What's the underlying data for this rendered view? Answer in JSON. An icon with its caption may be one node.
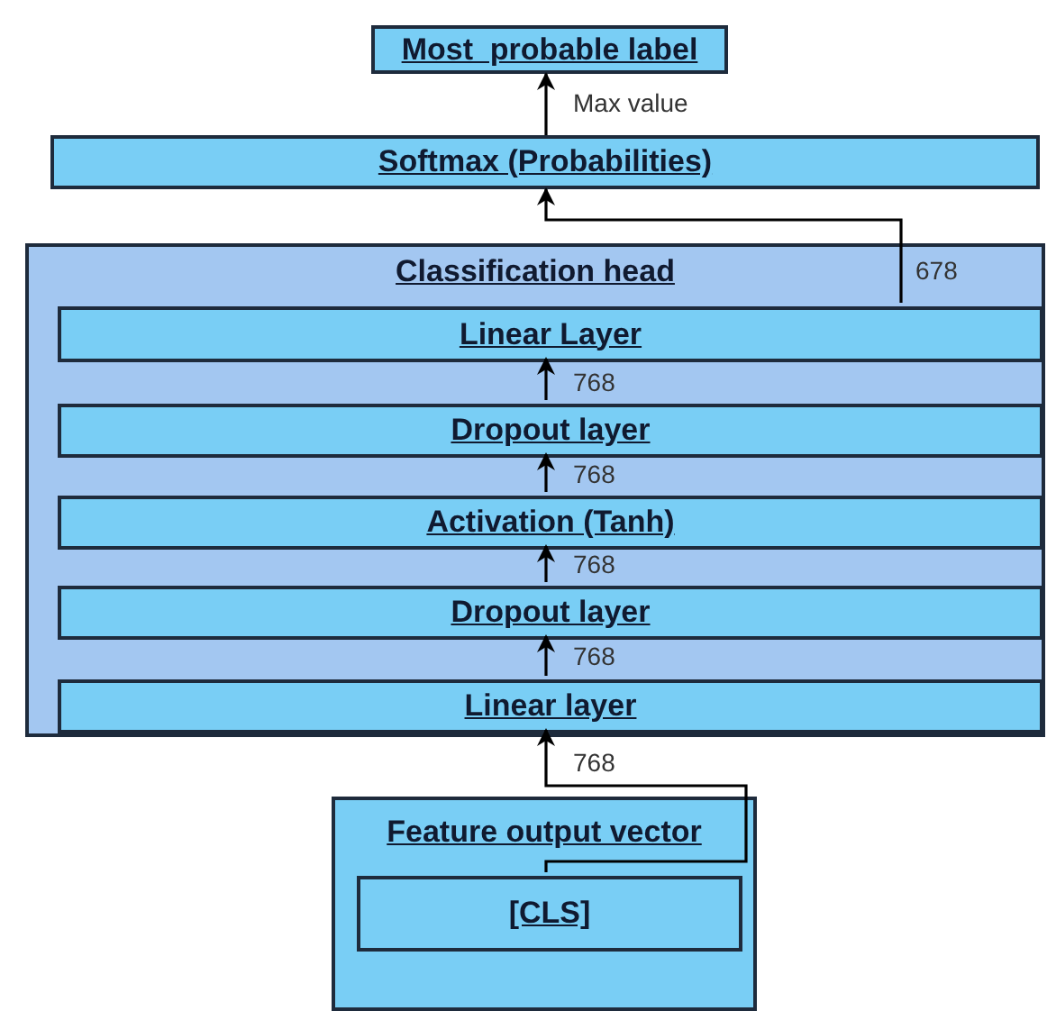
{
  "diagram": {
    "nodes": [
      {
        "text": [
          "Most  probable label"
        ]
      },
      {
        "text": [
          "Softmax (Probabilities)"
        ]
      },
      {
        "text": [
          "Classification head"
        ]
      },
      {
        "text": [
          "Linear Layer"
        ],
        "in": 2
      },
      {
        "text": [
          "Dropout layer"
        ],
        "in": 2
      },
      {
        "text": [
          "Activation (Tanh)"
        ],
        "in": 2
      },
      {
        "text": [
          "Dropout layer"
        ],
        "in": 2
      },
      {
        "text": [
          "Linear layer"
        ],
        "in": 2
      },
      {
        "text": [
          "Feature output vector"
        ]
      },
      {
        "text": [
          "[CLS]"
        ],
        "in": 8
      }
    ],
    "edges": [
      {
        "from": 9,
        "to": 7,
        "arrow": "to",
        "label": "768"
      },
      {
        "from": 7,
        "to": 6,
        "arrow": "to",
        "label": "768"
      },
      {
        "from": 6,
        "to": 5,
        "arrow": "to",
        "label": "768"
      },
      {
        "from": 5,
        "to": 4,
        "arrow": "to",
        "label": "768"
      },
      {
        "from": 4,
        "to": 3,
        "arrow": "to",
        "label": "768"
      },
      {
        "from": 3,
        "to": 1,
        "arrow": "to",
        "label": "678"
      },
      {
        "from": 1,
        "to": 0,
        "arrow": "to",
        "label": "Max value"
      }
    ]
  }
}
